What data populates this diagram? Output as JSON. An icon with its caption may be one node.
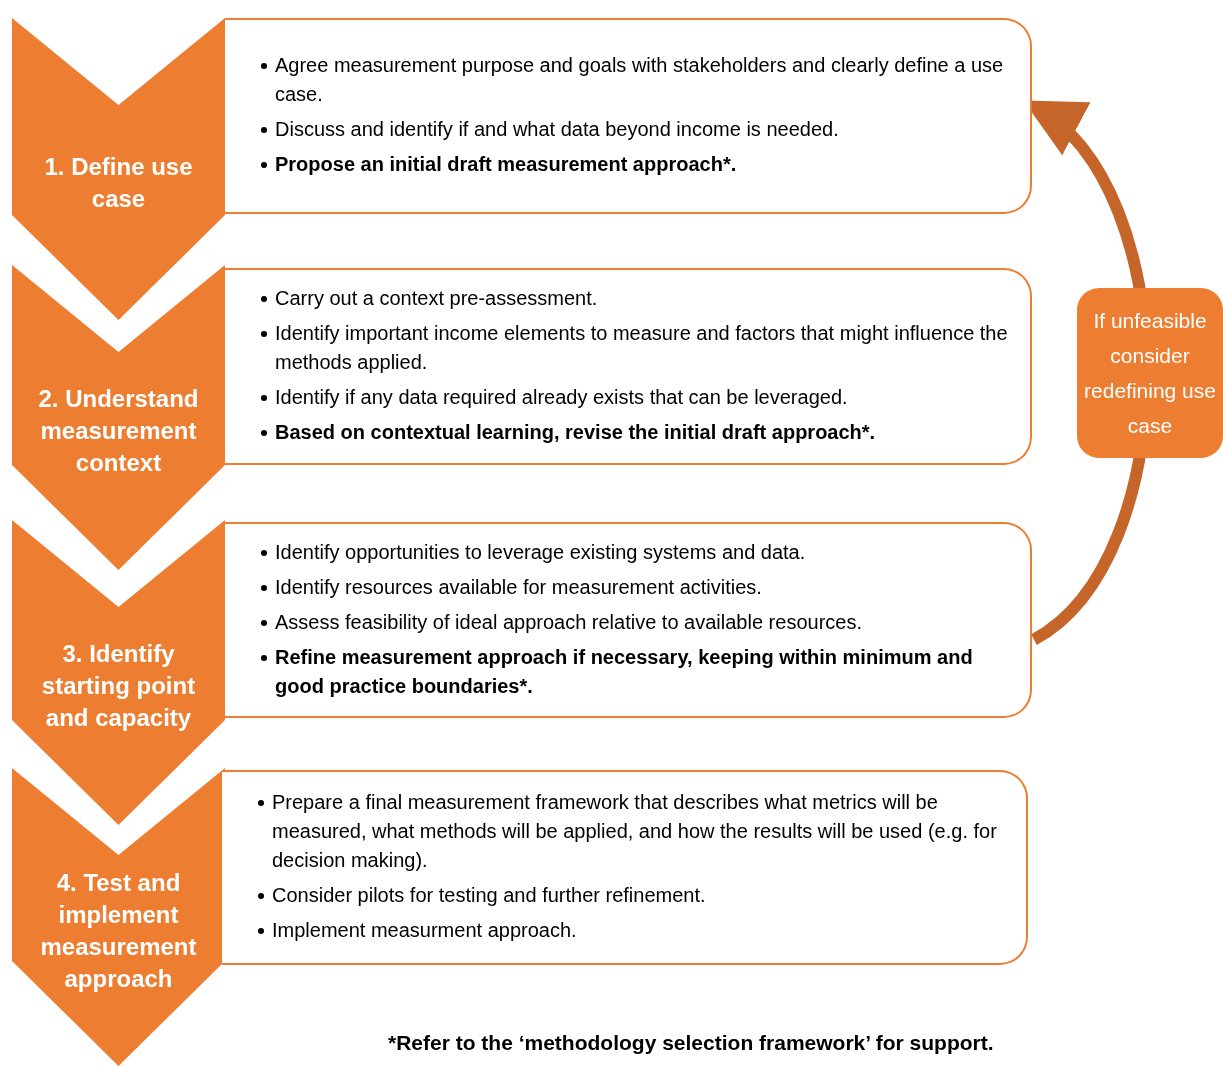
{
  "diagram": {
    "nodes": [
      {
        "text": [
          "1. Define use case"
        ]
      },
      {
        "text": [
          "Agree measurement purpose and goals with stakeholders and clearly define a use case.",
          "Discuss and identify if and what data beyond income is needed.",
          "**Propose an initial draft measurement approach*.**"
        ]
      },
      {
        "text": [
          "2. Understand measurement context"
        ]
      },
      {
        "text": [
          "Carry out a context pre-assessment.",
          "Identify important income elements to measure and factors that might influence the methods applied.",
          "Identify if any data required already exists that can be leveraged.",
          "**Based on contextual learning, revise the initial draft approach*.**"
        ]
      },
      {
        "text": [
          "3. Identify starting point and capacity"
        ]
      },
      {
        "text": [
          "Identify opportunities to leverage existing systems and data.",
          "Identify resources available for measurement activities.",
          "Assess feasibility of ideal approach relative to available resources.",
          "**Refine measurement approach if necessary, keeping within minimum and good practice boundaries*.**"
        ]
      },
      {
        "text": [
          "4. Test and implement measurement approach"
        ]
      },
      {
        "text": [
          "Prepare a final measurement framework that describes what metrics will be measured, what methods will be applied, and how the results will be used (e.g. for decision making).",
          "Consider pilots for testing and further refinement.",
          "Implement measurment approach."
        ]
      }
    ],
    "edges": [
      {
        "from": 5,
        "to": 1,
        "arrow": "to",
        "label": "If unfeasible consider redefining use case"
      }
    ],
    "caption": "*Refer to the ‘methodology selection framework’ for support."
  }
}
